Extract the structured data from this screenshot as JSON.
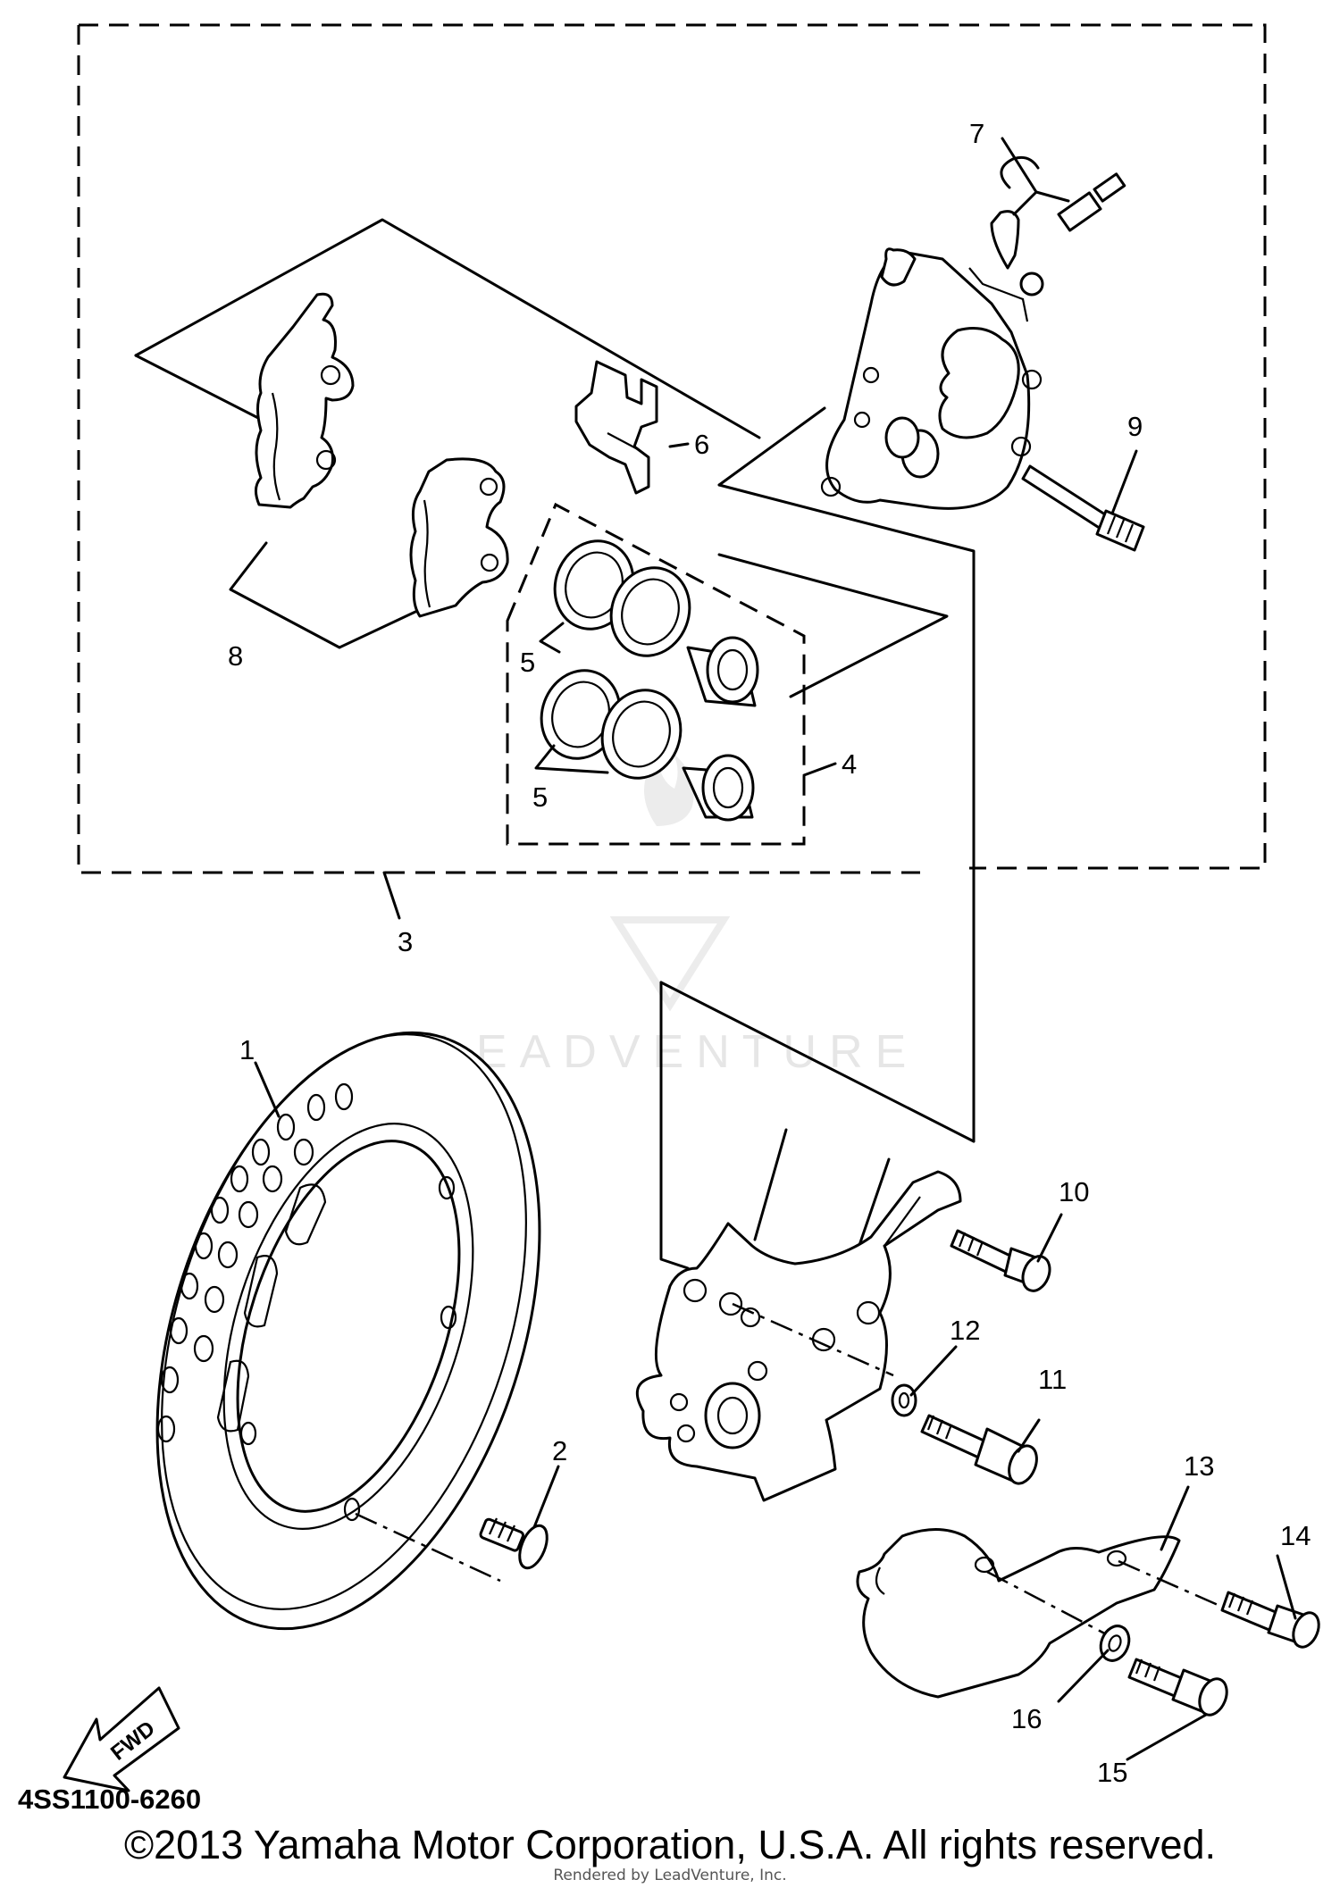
{
  "callouts": {
    "c1": "1",
    "c2": "2",
    "c3": "3",
    "c4": "4",
    "c5a": "5",
    "c5b": "5",
    "c6": "6",
    "c7": "7",
    "c8": "8",
    "c9": "9",
    "c10": "10",
    "c11": "11",
    "c12": "12",
    "c13": "13",
    "c14": "14",
    "c15": "15",
    "c16": "16"
  },
  "fwd_label": "FWD",
  "diagram_code": "4SS1100-6260",
  "watermark": "LEADVENTURE",
  "copyright": "©2013 Yamaha Motor Corporation, U.S.A. All rights reserved.",
  "rendered_by": "Rendered by LeadVenture, Inc."
}
